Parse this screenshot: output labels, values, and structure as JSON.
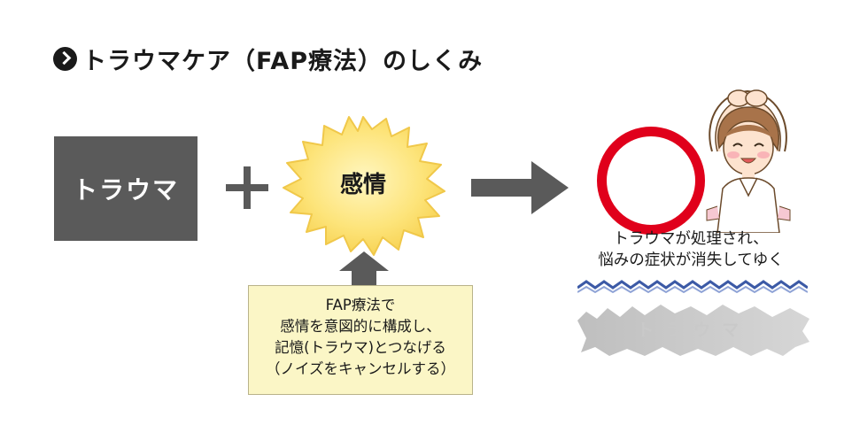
{
  "title": "トラウマケア（FAP療法）のしくみ",
  "trauma_box_label": "トラウマ",
  "emotion_label": "感情",
  "note_lines": [
    "FAP療法で",
    "感情を意図的に構成し、",
    "記憶(トラウマ)とつなげる",
    "（ノイズをキャンセルする）"
  ],
  "result_lines": [
    "トラウマが処理され、",
    "悩みの症状が消失してゆく"
  ],
  "faded_label": "トラウマ",
  "colors": {
    "trauma_box": "#5a5a5a",
    "cloud_fill": "#fde47a",
    "note_fill": "#fbf6c6",
    "circle": "#e0001b",
    "wave": "#3c5aa6",
    "arrow": "#5a5a5a"
  },
  "icons": [
    "chevron-right-circle-icon",
    "plus-icon",
    "up-arrow-icon",
    "right-arrow-icon",
    "circle-ok-icon",
    "girl-illustration"
  ]
}
